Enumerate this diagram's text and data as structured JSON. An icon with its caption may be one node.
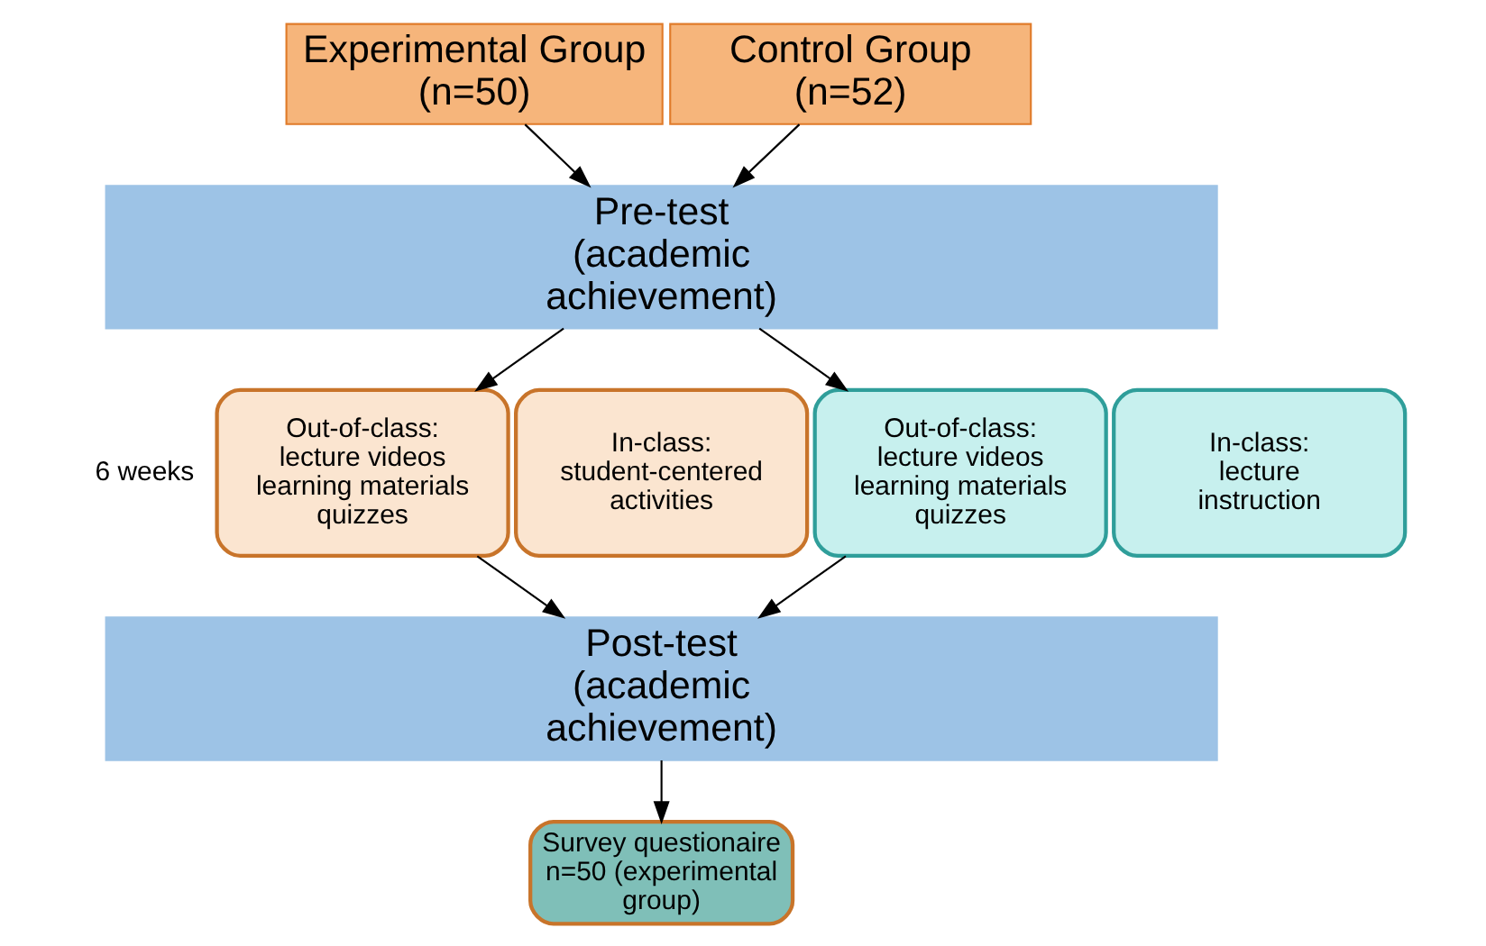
{
  "diagram": {
    "nodes": [
      {
        "text": [
          "Experimental Group (n=50)"
        ]
      },
      {
        "text": [
          "Control Group (n=52)"
        ]
      },
      {
        "text": [
          "Pre-test (academic achievement)"
        ]
      },
      {
        "text": [
          "Out-of-class: lecture videos learning materials quizzes"
        ]
      },
      {
        "text": [
          "In-class: student-centered activities"
        ]
      },
      {
        "text": [
          "Out-of-class: lecture videos learning materials quizzes"
        ]
      },
      {
        "text": [
          "In-class: lecture instruction"
        ]
      },
      {
        "text": [
          "Post-test (academic achievement)"
        ]
      },
      {
        "text": [
          "Survey questionaire n=50 (experimental group)"
        ]
      }
    ],
    "edges": [
      {
        "from": 0,
        "to": 2,
        "arrow": "to"
      },
      {
        "from": 1,
        "to": 2,
        "arrow": "to"
      },
      {
        "from": 2,
        "to": 3,
        "arrow": "to"
      },
      {
        "from": 2,
        "to": 5,
        "arrow": "to"
      },
      {
        "from": 3,
        "to": 7,
        "arrow": "to"
      },
      {
        "from": 5,
        "to": 7,
        "arrow": "to"
      },
      {
        "from": 7,
        "to": 8,
        "arrow": "to"
      }
    ],
    "labels": [
      "6 weeks"
    ]
  }
}
